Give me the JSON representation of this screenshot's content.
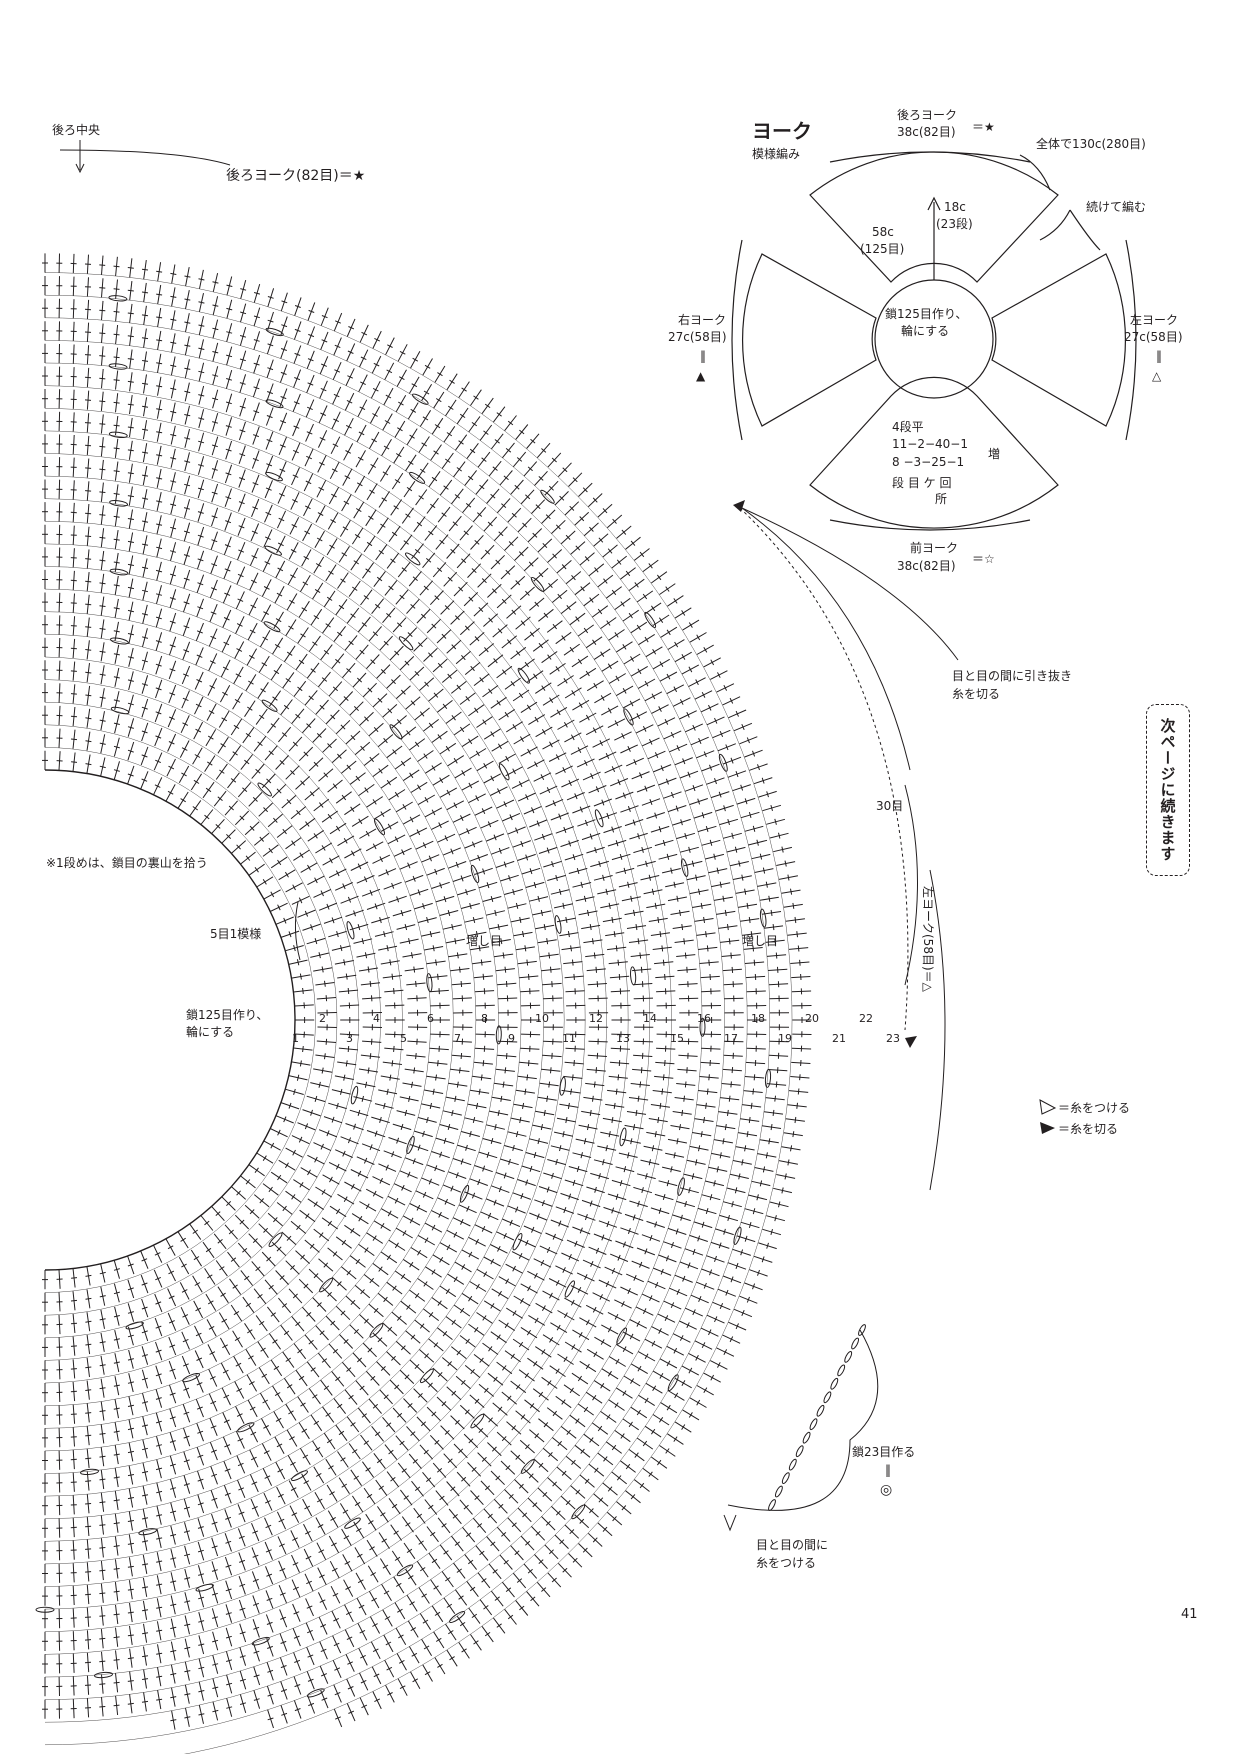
{
  "chart_labels": {
    "back_center": "後ろ中央",
    "back_yoke_82": "後ろヨーク(82目)＝★",
    "note_first_row": "※1段めは、鎖目の裏山を拾う",
    "pattern_5": "5目1模様",
    "start_chain_line1": "鎖125目作り、",
    "start_chain_line2": "輪にする",
    "increase_1": "増し目",
    "increase_2": "増し目",
    "slip_cut_line1": "目と目の間に引き抜き",
    "slip_cut_line2": "糸を切る",
    "count_30": "30目",
    "left_yoke_vertical": "左ヨーク(58目)＝△",
    "chain23_line1": "鎖23目作る",
    "chain23_line2": "‖",
    "chain23_line3": "◎",
    "attach_line1": "目と目の間に",
    "attach_line2": "糸をつける",
    "row_numbers": [
      "1",
      "2",
      "3",
      "4",
      "5",
      "6",
      "7",
      "8",
      "9",
      "10",
      "11",
      "12",
      "13",
      "14",
      "15",
      "16",
      "17",
      "18",
      "19",
      "20",
      "21",
      "22",
      "23"
    ]
  },
  "legend": {
    "attach": "＝糸をつける",
    "cut": "＝糸を切る"
  },
  "schematic": {
    "title": "ヨーク",
    "subtitle": "模様編み",
    "back_yoke_line1": "後ろヨーク",
    "back_yoke_line2": "38c(82目)",
    "back_yoke_mark": "＝★",
    "total": "全体で130c(280目)",
    "continue": "続けて編む",
    "depth_line1": "18c",
    "depth_line2": "(23段)",
    "inner_line1": "58c",
    "inner_line2": "(125目)",
    "center_line1": "鎖125目作り、",
    "center_line2": "輪にする",
    "right_yoke_line1": "右ヨーク",
    "right_yoke_line2": "27c(58目)",
    "right_yoke_eq": "‖",
    "right_yoke_mark": "▲",
    "left_yoke_line1": "左ヨーク",
    "left_yoke_line2": "27c(58目)",
    "left_yoke_eq": "‖",
    "left_yoke_mark": "△",
    "inc_line1": "4段平",
    "inc_line2": "11−2−40−1",
    "inc_line3": "8 −3−25−1",
    "inc_line4": "段 目 ケ 回",
    "inc_line5": "所",
    "inc_label": "増",
    "front_yoke_line1": "前ヨーク",
    "front_yoke_line2": "38c(82目)",
    "front_yoke_mark": "＝☆"
  },
  "side_note": "次ページに続きます",
  "page_number": "41"
}
